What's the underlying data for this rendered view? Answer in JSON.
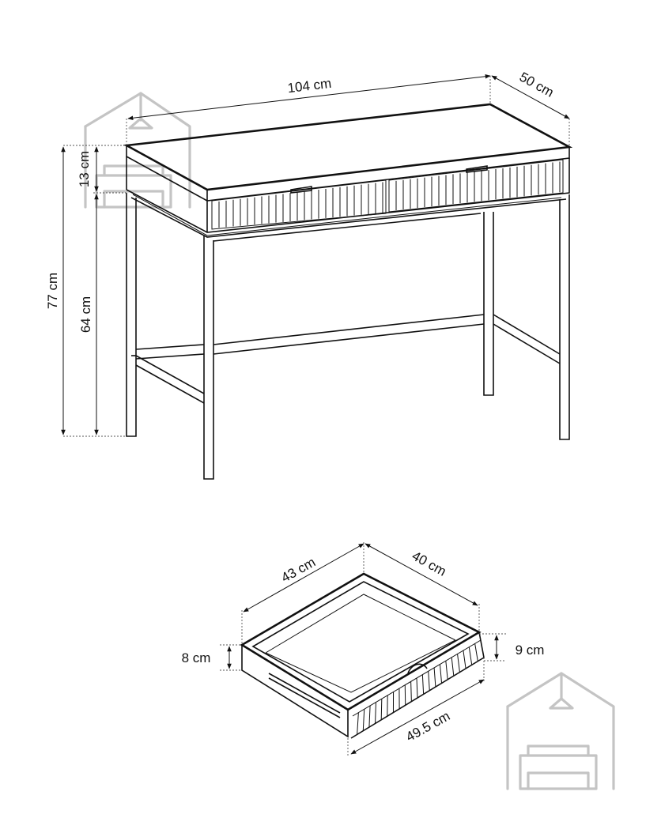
{
  "desk_dimensions": {
    "width": "104 cm",
    "depth": "50 cm",
    "total_height": "77 cm",
    "leg_height": "64 cm",
    "drawer_band_height": "13 cm"
  },
  "drawer_dimensions": {
    "inner_width": "43 cm",
    "inner_depth": "40 cm",
    "front_width": "49.5 cm",
    "side_height": "8 cm",
    "front_height": "9 cm"
  },
  "colors": {
    "line": "#111111",
    "watermark": "#c4c4c4"
  },
  "icons": [
    "house-logo-watermark",
    "house-logo-watermark"
  ]
}
